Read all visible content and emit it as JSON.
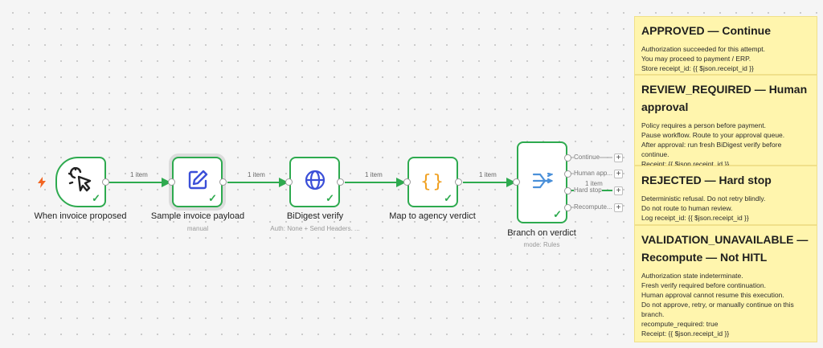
{
  "colors": {
    "success": "#2eaa4f",
    "note_bg": "#fff5ad",
    "trigger_bolt": "#f26522",
    "icon_blue": "#3b4fd8",
    "icon_orange": "#f0a020",
    "switch_blue": "#4a90d9"
  },
  "nodes": {
    "trigger": {
      "label": "When invoice proposed",
      "icon": "cursor-click-icon"
    },
    "sample": {
      "label": "Sample invoice payload",
      "sub": "manual",
      "icon": "edit-icon"
    },
    "verify": {
      "label": "BiDigest verify",
      "sub": "Auth: None + Send Headers. ...",
      "icon": "globe-icon"
    },
    "map": {
      "label": "Map to agency verdict",
      "icon": "braces-icon",
      "glyph": "{}"
    },
    "branch": {
      "label": "Branch on verdict",
      "sub": "mode: Rules",
      "icon": "switch-icon",
      "outputs": [
        {
          "label": "Continue"
        },
        {
          "label": "Human app..."
        },
        {
          "label": "Hard stop",
          "items": "1 item"
        },
        {
          "label": "Recompute..."
        }
      ]
    }
  },
  "edges": {
    "count_label": "1 item"
  },
  "notes": [
    {
      "title": "APPROVED — Continue",
      "lines": [
        "Authorization succeeded for this attempt.",
        "You may proceed to payment / ERP.",
        "Store receipt_id: {{ $json.receipt_id }}"
      ]
    },
    {
      "title": "REVIEW_REQUIRED — Human approval",
      "lines": [
        "Policy requires a person before payment.",
        "Pause workflow. Route to your approval queue.",
        "After approval: run fresh BiDigest verify before continue.",
        "Receipt: {{ $json.receipt_id }}"
      ]
    },
    {
      "title": "REJECTED — Hard stop",
      "lines": [
        "Deterministic refusal. Do not retry blindly.",
        "Do not route to human review.",
        "Log receipt_id: {{ $json.receipt_id }}"
      ]
    },
    {
      "title": "VALIDATION_UNAVAILABLE — Recompute — Not HITL",
      "lines": [
        "Authorization state indeterminate.",
        "Fresh verify required before continuation.",
        "Human approval cannot resume this execution.",
        "Do not approve, retry, or manually continue on this branch.",
        "recompute_required: true",
        "Receipt: {{ $json.receipt_id }}"
      ]
    }
  ]
}
